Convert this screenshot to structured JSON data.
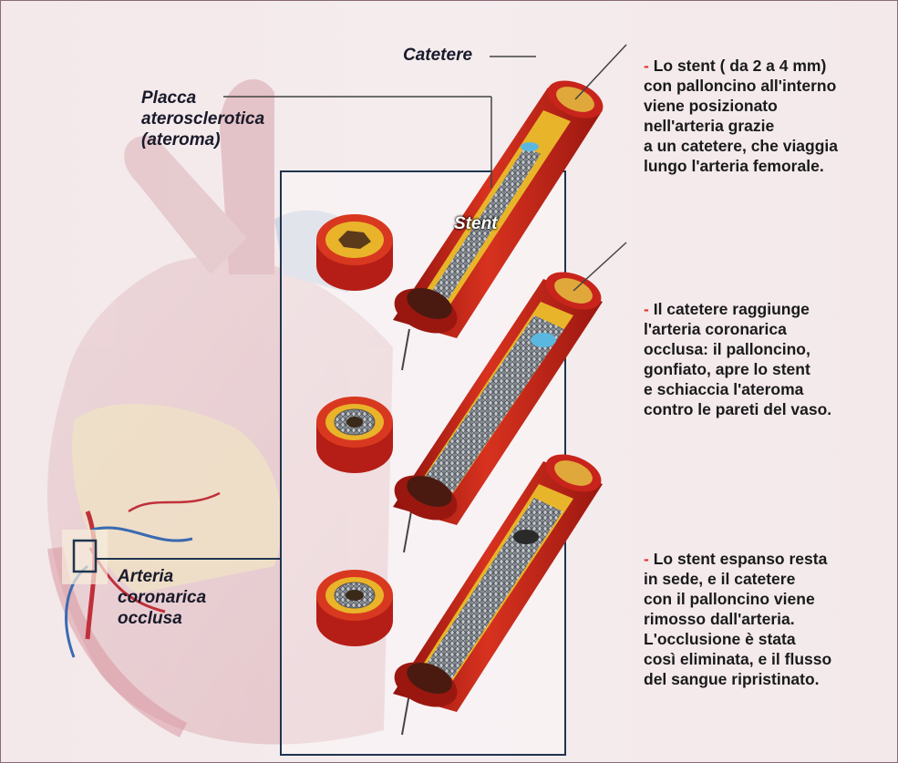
{
  "colors": {
    "background": "#f4eaec",
    "artery_outer": "#c8241c",
    "plaque": "#e8b830",
    "stent": "#9aa0a8",
    "callout_line": "#1f3550",
    "step_marker": "#e0352b"
  },
  "labels": {
    "catetere": "Catetere",
    "placca": [
      "Placca",
      "aterosclerotica",
      "(ateroma)"
    ],
    "stent": "Stent",
    "arteria": [
      "Arteria",
      "coronarica",
      "occlusa"
    ]
  },
  "steps": [
    {
      "marker": "-",
      "lines": [
        "Lo stent ( da 2 a 4 mm)",
        "con palloncino all'interno",
        "viene posizionato",
        "nell'arteria grazie",
        "a un catetere, che viaggia",
        "lungo l'arteria femorale."
      ]
    },
    {
      "marker": "-",
      "lines": [
        "Il catetere raggiunge",
        "l'arteria coronarica",
        "occlusa: il palloncino,",
        "gonfiato, apre lo stent",
        "e schiaccia l'ateroma",
        "contro le pareti del vaso."
      ]
    },
    {
      "marker": "-",
      "lines": [
        "Lo stent espanso resta",
        "in sede, e il catetere",
        "con il palloncino viene",
        "rimosso dall'arteria.",
        "L'occlusione è stata",
        "così eliminata, e il flusso",
        "del sangue ripristinato."
      ]
    }
  ]
}
